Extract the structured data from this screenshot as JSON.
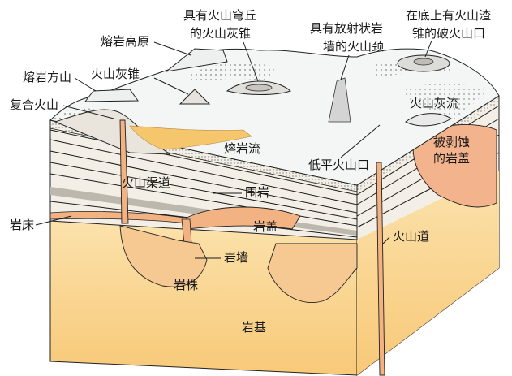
{
  "colors": {
    "surface": "#f4f6f6",
    "basement": "#f9cf82",
    "basement_light": "#fbe3b1",
    "intrusion": "#f6b98a",
    "strata_light": "#f3efe6",
    "strata_band": "#dcd8cf",
    "ash_dots": "#d9d9d9",
    "lava_flow": "#f5c66b",
    "outline": "#222222"
  },
  "labels": {
    "lava_plateau": "熔岩高原",
    "ash_cone_with_dome": [
      "具有火山穹丘",
      "的火山灰锥"
    ],
    "radial_dike_neck": [
      "具有放射状岩",
      "墙的火山颈"
    ],
    "breached_cinder_crater": [
      "在底上有火山渣",
      "锥的破火山口"
    ],
    "lava_mesa": "熔岩方山",
    "ash_cone": "火山灰锥",
    "composite_volcano": "复合火山",
    "ash_flow": "火山灰流",
    "lava_flow": "熔岩流",
    "eroded_laccolith": [
      "被剥蚀",
      "的岩盖"
    ],
    "volcanic_conduit": "火山渠道",
    "maar": "低平火山口",
    "country_rock": "围岩",
    "sill": "岩床",
    "laccolith": "岩盖",
    "volcanic_pipe": "火山道",
    "dike": "岩墙",
    "stock": "岩株",
    "batholith": "岩基"
  }
}
